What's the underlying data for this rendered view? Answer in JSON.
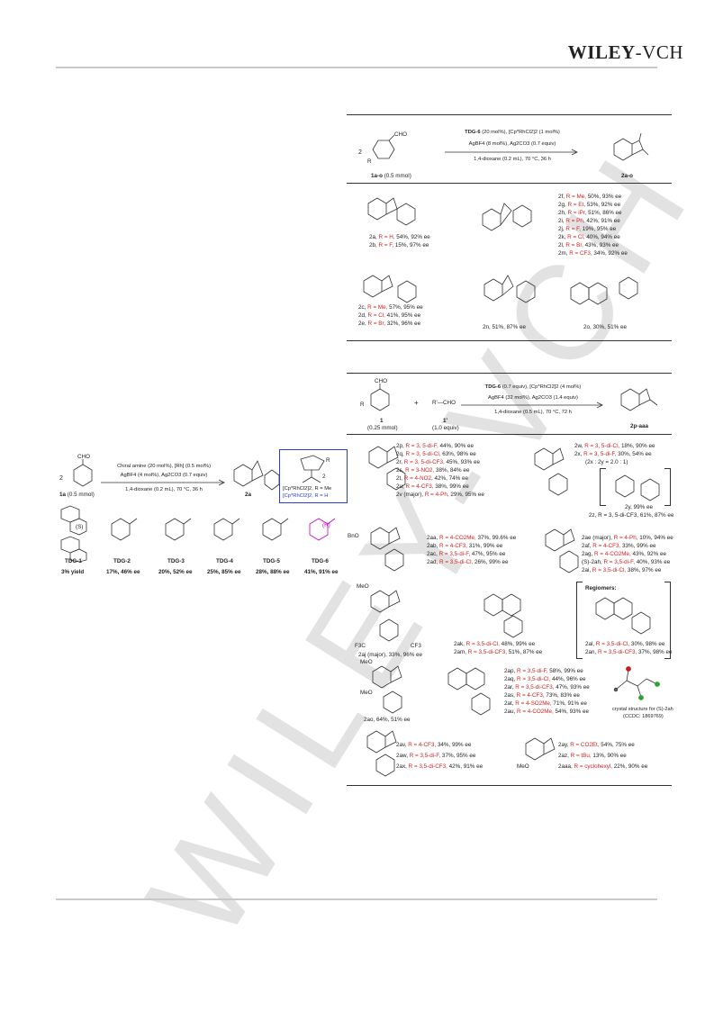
{
  "header": {
    "brand_bold": "WILEY",
    "brand_rest": "-VCH"
  },
  "scheme_top": {
    "reactant_coef": "2",
    "reactant_cho": "CHO",
    "reactant_r": "R",
    "reactant_label": "1a-o",
    "reactant_amount": "(0.5 mmol)",
    "cond_line1_tdg": "TDG-6",
    "cond_line1_rest": "(20 mol%), [Cp*RhCl2]2 (1 mol%)",
    "cond_line2": "AgBF4 (8 mol%), Ag2CO3 (0.7 equiv)",
    "cond_line3": "1,4-dioxane (0.2 mL), 70 °C, 36 h",
    "product_label": "2a-o",
    "entries_col3": [
      {
        "pre": "2f, ",
        "r": "R = Me,",
        "post": " 50%, 93% ee"
      },
      {
        "pre": "2g, ",
        "r": "R = Et,",
        "post": " 53%, 92% ee"
      },
      {
        "pre": "2h, ",
        "r": "R = iPr,",
        "post": " 51%, 86% ee"
      },
      {
        "pre": "2i, ",
        "r": "R = Ph,",
        "post": " 42%, 91% ee"
      },
      {
        "pre": "2j, ",
        "r": "R = F,",
        "post": " 19%, 95% ee"
      },
      {
        "pre": "2k, ",
        "r": "R = Cl,",
        "post": " 40%, 94% ee"
      },
      {
        "pre": "2l, ",
        "r": "R = Br,",
        "post": " 43%, 93% ee"
      },
      {
        "pre": "2m, ",
        "r": "R = CF3,",
        "post": " 34%, 92% ee"
      }
    ],
    "entries_col1a": [
      {
        "pre": "2a, ",
        "r": "R = H,",
        "post": " 54%, 92% ee"
      },
      {
        "pre": "2b, ",
        "r": "R = F,",
        "post": " 15%, 97% ee"
      }
    ],
    "entries_col1b": [
      {
        "pre": "2c, ",
        "r": "R = Me,",
        "post": " 57%, 95% ee"
      },
      {
        "pre": "2d, ",
        "r": "R = Cl,",
        "post": " 41%, 95% ee"
      },
      {
        "pre": "2e, ",
        "r": "R = Br,",
        "post": " 32%, 96% ee"
      }
    ],
    "entry_2n": "2n, 51%, 87% ee",
    "entry_2o": "2o, 30%, 51% ee"
  },
  "scheme_left": {
    "coef": "2",
    "cho": "CHO",
    "label_1a": "1a",
    "amount": "(0.5 mmol)",
    "cond_line1": "Chiral amine (20 mol%), [Rh] (0.5 mol%)",
    "cond_line2": "AgBF4 (4 mol%), Ag2CO3 (0.7 equiv)",
    "cond_line3": "1,4-dioxane (0.2 mL), 70 °C, 36 h",
    "product": "2a",
    "cat_line1": "[Cp*RhCl2]2, R = Me",
    "cat_line2": "[Cp*RhCl2]2, R = H",
    "cat_z": "2",
    "cat_r": "R",
    "tdgs": [
      {
        "name": "TDG-1",
        "result": "3% yield"
      },
      {
        "name": "TDG-2",
        "result": "17%, 46% ee"
      },
      {
        "name": "TDG-3",
        "result": "20%, 52% ee"
      },
      {
        "name": "TDG-4",
        "result": "25%, 85% ee"
      },
      {
        "name": "TDG-5",
        "result": "28%, 88% ee"
      },
      {
        "name": "TDG-6",
        "result": "41%, 91% ee"
      }
    ],
    "stereo_s": "(S)",
    "stereo_r": "(R)"
  },
  "scheme_bottom": {
    "r1_cho": "CHO",
    "r1_r": "R",
    "r1_label": "1",
    "r1_amount": "(0.25 mmol)",
    "plus": "+",
    "r2": "R'—CHO",
    "r2_label": "1'",
    "r2_amount": "(1.0 equiv)",
    "cond_line1_tdg": "TDG-6",
    "cond_line1_rest": "(0.7 equiv), [Cp*RhCl2]2 (4 mol%)",
    "cond_line2": "AgBF4 (32 mol%), Ag2CO3 (1.4 equiv)",
    "cond_line3": "1,4-dioxane (0.5 mL), 70 °C, 72 h",
    "product_label": "2p-aaa",
    "block1": [
      {
        "pre": "2p, ",
        "r": "R = 3, 5-di-F,",
        "post": " 44%, 90% ee"
      },
      {
        "pre": "2q, ",
        "r": "R = 3, 5-di-Cl,",
        "post": " 63%, 98% ee"
      },
      {
        "pre": "2r, ",
        "r": "R = 3, 5-di-CF3,",
        "post": " 45%, 93% ee"
      },
      {
        "pre": "2s, ",
        "r": "R = 3-NO2,",
        "post": " 38%, 84% ee"
      },
      {
        "pre": "2t, ",
        "r": "R = 4-NO2,",
        "post": " 42%, 74% ee"
      },
      {
        "pre": "2u, ",
        "r": "R = 4-CF3,",
        "post": " 38%, 99% ee"
      },
      {
        "pre": "2v (major), ",
        "r": "R = 4-Ph,",
        "post": " 29%, 95% ee"
      }
    ],
    "block2": [
      {
        "pre": "2w, ",
        "r": "R = 3, 5-di-Cl,",
        "post": " 18%, 90% ee"
      },
      {
        "pre": "2x, ",
        "r": "R = 3, 5-di-F,",
        "post": " 30%, 54% ee"
      }
    ],
    "ratio": "(2x : 2y = 2.0 : 1)",
    "entry_2y": "2y, 99% ee",
    "entry_2z": "2z, R = 3, 5-di-CF3, 61%, 87% ee",
    "block3": [
      {
        "pre": "2aa, ",
        "r": "R = 4-CO2Me,",
        "post": " 37%, 99.6% ee"
      },
      {
        "pre": "2ab, ",
        "r": "R = 4-CF3,",
        "post": " 31%, 99% ee"
      },
      {
        "pre": "2ac, ",
        "r": "R = 3,5-di-F,",
        "post": " 47%, 95% ee"
      },
      {
        "pre": "2ad, ",
        "r": "R = 3,5-di-Cl,",
        "post": " 26%, 99% ee"
      }
    ],
    "bnd": "BnO",
    "block4": [
      {
        "pre": "2ae (major), ",
        "r": "R = 4-Ph,",
        "post": " 10%, 94% ee"
      },
      {
        "pre": "2af, ",
        "r": "R = 4-CF3,",
        "post": " 33%, 99% ee"
      },
      {
        "pre": "2ag, ",
        "r": "R = 4-CO2Me,",
        "post": " 43%, 92% ee"
      },
      {
        "pre": "(S)-2ah, ",
        "r": "R = 3,5-di-F,",
        "post": " 40%, 93% ee"
      },
      {
        "pre": "2ai, ",
        "r": "R = 3,5-di-Cl,",
        "post": " 38%, 97% ee"
      }
    ],
    "entry_2aj": "2aj (major), 33%, 96% ee",
    "block5": [
      {
        "pre": "2ak, ",
        "r": "R = 3,5-di-Cl,",
        "post": " 48%, 99% ee"
      },
      {
        "pre": "2am, ",
        "r": "R = 3,5-di-CF3,",
        "post": " 51%, 87% ee"
      }
    ],
    "regiomers": "Regiomers:",
    "block6": [
      {
        "pre": "2al, ",
        "r": "R = 3,5-di-Cl,",
        "post": " 30%, 98% ee"
      },
      {
        "pre": "2an, ",
        "r": "R = 3,5-di-CF3,",
        "post": " 37%, 98% ee"
      }
    ],
    "entry_2ao": "2ao, 64%, 51% ee",
    "block7": [
      {
        "pre": "2ap, ",
        "r": "R = 3,5-di-F,",
        "post": " 58%, 99% ee"
      },
      {
        "pre": "2aq, ",
        "r": "R = 3,5-di-Cl,",
        "post": " 44%, 96% ee"
      },
      {
        "pre": "2ar, ",
        "r": "R = 3,5-di-CF3,",
        "post": " 47%, 93% ee"
      },
      {
        "pre": "2as, ",
        "r": "R = 4-CF3,",
        "post": " 73%, 83% ee"
      },
      {
        "pre": "2at, ",
        "r": "R = 4-SO2Me,",
        "post": " 71%, 91% ee"
      },
      {
        "pre": "2au, ",
        "r": "R = 4-CO2Me,",
        "post": " 54%, 93% ee"
      }
    ],
    "crystal_caption1": "crystal structure for (S)-2ah",
    "crystal_caption2": "(CCDC: 1869769)",
    "block8": [
      {
        "pre": "2av, ",
        "r": "R = 4-CF3,",
        "post": " 34%, 99% ee"
      },
      {
        "pre": "2aw, ",
        "r": "R = 3,5-di-F,",
        "post": " 37%, 95% ee"
      },
      {
        "pre": "2ax, ",
        "r": "R = 3,5-di-CF3,",
        "post": " 42%, 91% ee"
      }
    ],
    "block9": [
      {
        "pre": "2ay, ",
        "r": "R = CO2Et,",
        "post": " 54%, 75% ee"
      },
      {
        "pre": "2az, ",
        "r": "R = tBu,",
        "post": " 13%, 90% ee"
      },
      {
        "pre": "2aaa, ",
        "r": "R = cyclohexyl,",
        "post": " 22%, 90% ee"
      }
    ],
    "meo": "MeO",
    "cf3": "CF3",
    "f3c": "F3C"
  },
  "watermark": "WILEY-VCH"
}
